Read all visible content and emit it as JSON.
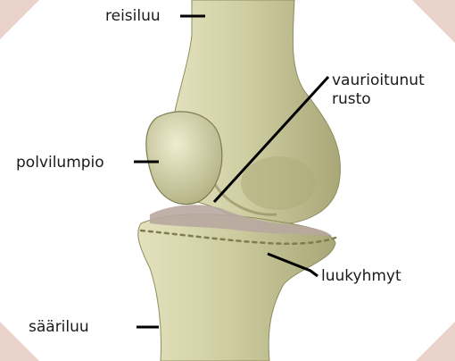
{
  "labels": {
    "femur": "reisiluu",
    "damaged_cartilage_line1": "vaurioitunut",
    "damaged_cartilage_line2": "rusto",
    "patella": "polvilumpio",
    "osteophytes": "luukyhmyt",
    "tibia": "sääriluu"
  },
  "colors": {
    "bone": "#c9c99a",
    "bone_shadow": "#9e9c6c",
    "cartilage_damage": "#b8a7a0",
    "corner_accent": "#e8d2c9",
    "leader_line": "#000000"
  }
}
